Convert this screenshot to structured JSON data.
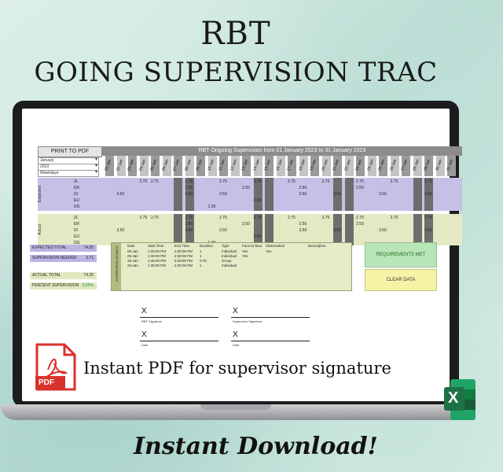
{
  "headline": {
    "line1": "RBT",
    "line2": "GOING SUPERVISION TRAC"
  },
  "sheet": {
    "print_button": "PRINT TO PDF",
    "dropdowns": [
      "January",
      "2023",
      "Weekdays"
    ],
    "title": "RBT Ongoing Supervision from 01 January 2023 to 31 January 2023",
    "dates": [
      "01-Jan",
      "02-Jan",
      "03-Jan",
      "04-Jan",
      "05-Jan",
      "06-Jan",
      "07-Jan",
      "08-Jan",
      "09-Jan",
      "10-Jan",
      "11-Jan",
      "12-Jan",
      "13-Jan",
      "14-Jan",
      "15-Jan",
      "16-Jan",
      "17-Jan",
      "18-Jan",
      "19-Jan",
      "20-Jan",
      "21-Jan",
      "22-Jan",
      "23-Jan",
      "24-Jan",
      "25-Jan",
      "26-Jan",
      "27-Jan",
      "28-Jan",
      "29-Jan",
      "30-Jan",
      "31-Jan"
    ],
    "expected_label": "Expected",
    "actual_label": "Actual",
    "row_labels": [
      "ZL",
      "ER",
      "DI",
      "EU",
      "DG"
    ],
    "expected_rows": [
      {
        "label": "ZL",
        "cells": [
          [
            "",
            ""
          ],
          [
            "4",
            "2.75"
          ],
          [
            "5",
            "2.75"
          ],
          [
            "8",
            "2.75"
          ],
          [
            "11",
            "2.75"
          ],
          [
            "14",
            "2.75"
          ],
          [
            "17",
            "2.75"
          ],
          [
            "20",
            "2.75"
          ],
          [
            "23",
            "2.75"
          ],
          [
            "26",
            "2.75"
          ],
          [
            "29",
            "2.75"
          ]
        ]
      },
      {
        "label": "ER",
        "cells": [
          [
            "8",
            "2.50"
          ],
          [
            "13",
            "2.50"
          ],
          [
            "18",
            "2.50"
          ],
          [
            "23",
            "2.50"
          ]
        ]
      },
      {
        "label": "DI",
        "cells": [
          [
            "2",
            "3.50"
          ],
          [
            "8",
            "3.50"
          ],
          [
            "11",
            "3.50"
          ],
          [
            "18",
            "3.50"
          ],
          [
            "21",
            "3.50"
          ],
          [
            "25",
            "3.50"
          ],
          [
            "29",
            "3.50"
          ]
        ]
      },
      {
        "label": "EU",
        "cells": [
          [
            "14",
            "2.00"
          ]
        ]
      },
      {
        "label": "DG",
        "cells": [
          [
            "10",
            "1.00"
          ]
        ]
      }
    ],
    "actual_rows": [
      {
        "label": "ZL",
        "cells": [
          [
            "4",
            "2.75"
          ],
          [
            "5",
            "2.75"
          ],
          [
            "8",
            "2.75"
          ],
          [
            "11",
            "2.75"
          ],
          [
            "14",
            "2.75"
          ],
          [
            "17",
            "2.75"
          ],
          [
            "20",
            "2.75"
          ],
          [
            "23",
            "2.75"
          ],
          [
            "26",
            "2.75"
          ],
          [
            "29",
            "2.75"
          ]
        ]
      },
      {
        "label": "ER",
        "cells": [
          [
            "8",
            "2.50"
          ],
          [
            "13",
            "2.50"
          ],
          [
            "18",
            "2.50"
          ],
          [
            "23",
            "2.50"
          ]
        ]
      },
      {
        "label": "DI",
        "cells": [
          [
            "2",
            "3.50"
          ],
          [
            "8",
            "3.50"
          ],
          [
            "11",
            "3.50"
          ],
          [
            "18",
            "3.50"
          ],
          [
            "21",
            "3.50"
          ],
          [
            "25",
            "3.50"
          ],
          [
            "29",
            "3.50"
          ]
        ]
      },
      {
        "label": "EU",
        "cells": [
          [
            "14",
            "2.00"
          ]
        ]
      },
      {
        "label": "DG",
        "cells": [
          [
            "10",
            "1.00"
          ]
        ]
      }
    ]
  },
  "summary": {
    "expected_total_label": "EXPECTED TOTAL",
    "expected_total_value": "74.25",
    "supervision_needed_label": "SUPERVISION NEEDED",
    "supervision_needed_value": "3.71",
    "actual_total_label": "ACTUAL TOTAL",
    "actual_total_value": "74.25",
    "percent_label": "PERCENT SUPERVISION",
    "percent_value": "5.05%"
  },
  "details": {
    "side_label": "SUPERVISION DETAILS",
    "headers": [
      "Date",
      "Start Time",
      "End Time",
      "Duration",
      "Type",
      "Face-to-face",
      "Observation",
      "Description"
    ],
    "rows": [
      [
        "05-Jan",
        "1:30:00 PM",
        "2:30:00 PM",
        "1",
        "Individual",
        "Yes",
        "Yes",
        ""
      ],
      [
        "09-Jan",
        "1:30:00 PM",
        "2:30:00 PM",
        "1",
        "Individual",
        "Yes",
        "",
        ""
      ],
      [
        "19-Jan",
        "4:45:00 PM",
        "5:30:00 PM",
        "0.75",
        "Group",
        "",
        "",
        ""
      ],
      [
        "23-Jan",
        "1:30:00 PM",
        "2:30:00 PM",
        "1",
        "Individual",
        "",
        "",
        ""
      ]
    ]
  },
  "status": {
    "requirements": "REQUIREMENTS MET",
    "clear": "CLEAR DATA"
  },
  "signatures": {
    "mark": "X",
    "rbt": "RBT Signature",
    "supervisor": "Supervisor Signature",
    "date": "Date"
  },
  "pdf_icon_text": "PDF",
  "caption": "Instant PDF for supervisor signature",
  "instant_download": "Instant Download!",
  "excel_icon_text": "X",
  "colors": {
    "expected_bg": "#c6bfe6",
    "actual_bg": "#e4e9c3",
    "pdf_red": "#d9322c",
    "excel_green": "#1e7145"
  }
}
